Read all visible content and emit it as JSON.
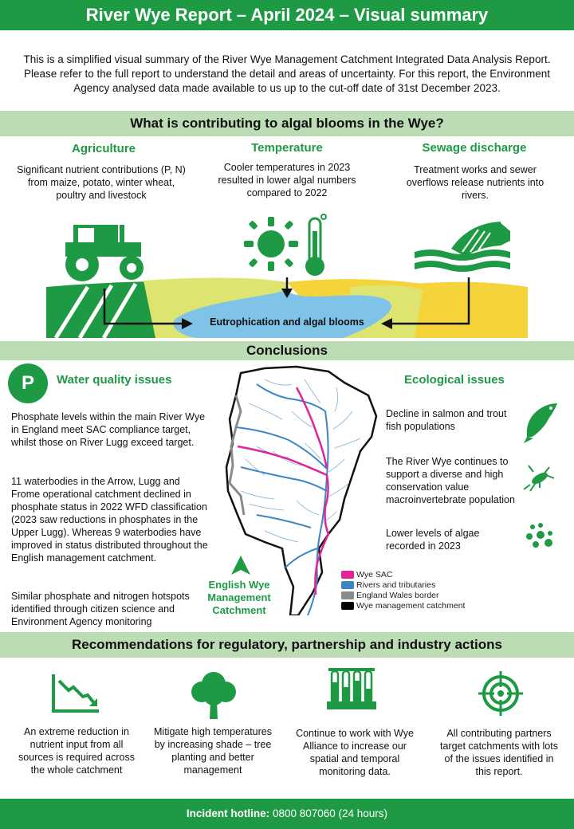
{
  "header": {
    "title": "River Wye Report – April 2024 – Visual summary"
  },
  "intro": "This is a simplified visual summary of the River Wye Management Catchment Integrated Data Analysis Report. Please refer to the full report to understand the detail and areas of uncertainty. For this report, the Environment Agency analysed data made available to us up to the cut-off date of 31st December 2023.",
  "contributing": {
    "heading": "What is contributing to algal blooms in the Wye?",
    "columns": [
      {
        "title": "Agriculture",
        "text": "Significant nutrient contributions (P, N) from maize, potato, winter wheat, poultry and livestock",
        "icon": "tractor-icon"
      },
      {
        "title": "Temperature",
        "text": "Cooler temperatures in 2023 resulted in lower algal numbers compared to 2022",
        "icon": "sun-thermometer-icon"
      },
      {
        "title": "Sewage discharge",
        "text": "Treatment works and sewer overflows release nutrients into rivers.",
        "icon": "sewage-pipe-icon"
      }
    ],
    "outcome": "Eutrophication and algal blooms"
  },
  "conclusions": {
    "heading": "Conclusions",
    "badge": "P",
    "water_quality": {
      "title": "Water quality issues",
      "paragraphs": [
        "Phosphate levels within the main River Wye in England meet SAC compliance target, whilst those on River Lugg exceed target.",
        "11 waterbodies in the Arrow, Lugg and Frome operational catchment declined in phosphate status in 2022 WFD classification (2023 saw reductions in phosphates in the Upper Lugg). Whereas 9 waterbodies have improved in status distributed throughout the English management catchment.",
        "Similar phosphate and nitrogen hotspots identified through citizen science and Environment Agency monitoring"
      ]
    },
    "map": {
      "label": "English Wye Management Catchment",
      "legend": [
        {
          "label": "Wye SAC",
          "color": "#e0249a"
        },
        {
          "label": "Rivers and tributaries",
          "color": "#3d86c6"
        },
        {
          "label": "England Wales border",
          "color": "#8a8a8a"
        },
        {
          "label": "Wye management catchment",
          "color": "#000000"
        }
      ]
    },
    "ecological": {
      "title": "Ecological issues",
      "items": [
        {
          "text": "Decline in salmon and trout fish populations",
          "icon": "fish-icon"
        },
        {
          "text": "The River Wye continues to support a diverse and high conservation value macroinvertebrate population",
          "icon": "insect-icon"
        },
        {
          "text": "Lower levels of algae recorded in 2023",
          "icon": "algae-dots-icon"
        }
      ]
    }
  },
  "recommendations": {
    "heading": "Recommendations for regulatory, partnership and industry actions",
    "items": [
      {
        "text": "An extreme reduction in nutrient input from all sources is required across the whole catchment",
        "icon": "declining-chart-icon"
      },
      {
        "text": "Mitigate high temperatures by increasing shade – tree planting and better management",
        "icon": "tree-icon"
      },
      {
        "text": "Continue to work with Wye Alliance to increase our spatial and temporal monitoring data.",
        "icon": "test-tubes-icon"
      },
      {
        "text": "All contributing partners target catchments with lots of the issues identified in this report.",
        "icon": "target-icon"
      }
    ]
  },
  "footer": {
    "label": "Incident hotline:",
    "value": "0800 807060 (24 hours)"
  },
  "colors": {
    "brand_green": "#1e9a44",
    "band_green": "#bcdcb6",
    "river_blue": "#7fc4e8",
    "field_yellow": "#f5d33a"
  }
}
